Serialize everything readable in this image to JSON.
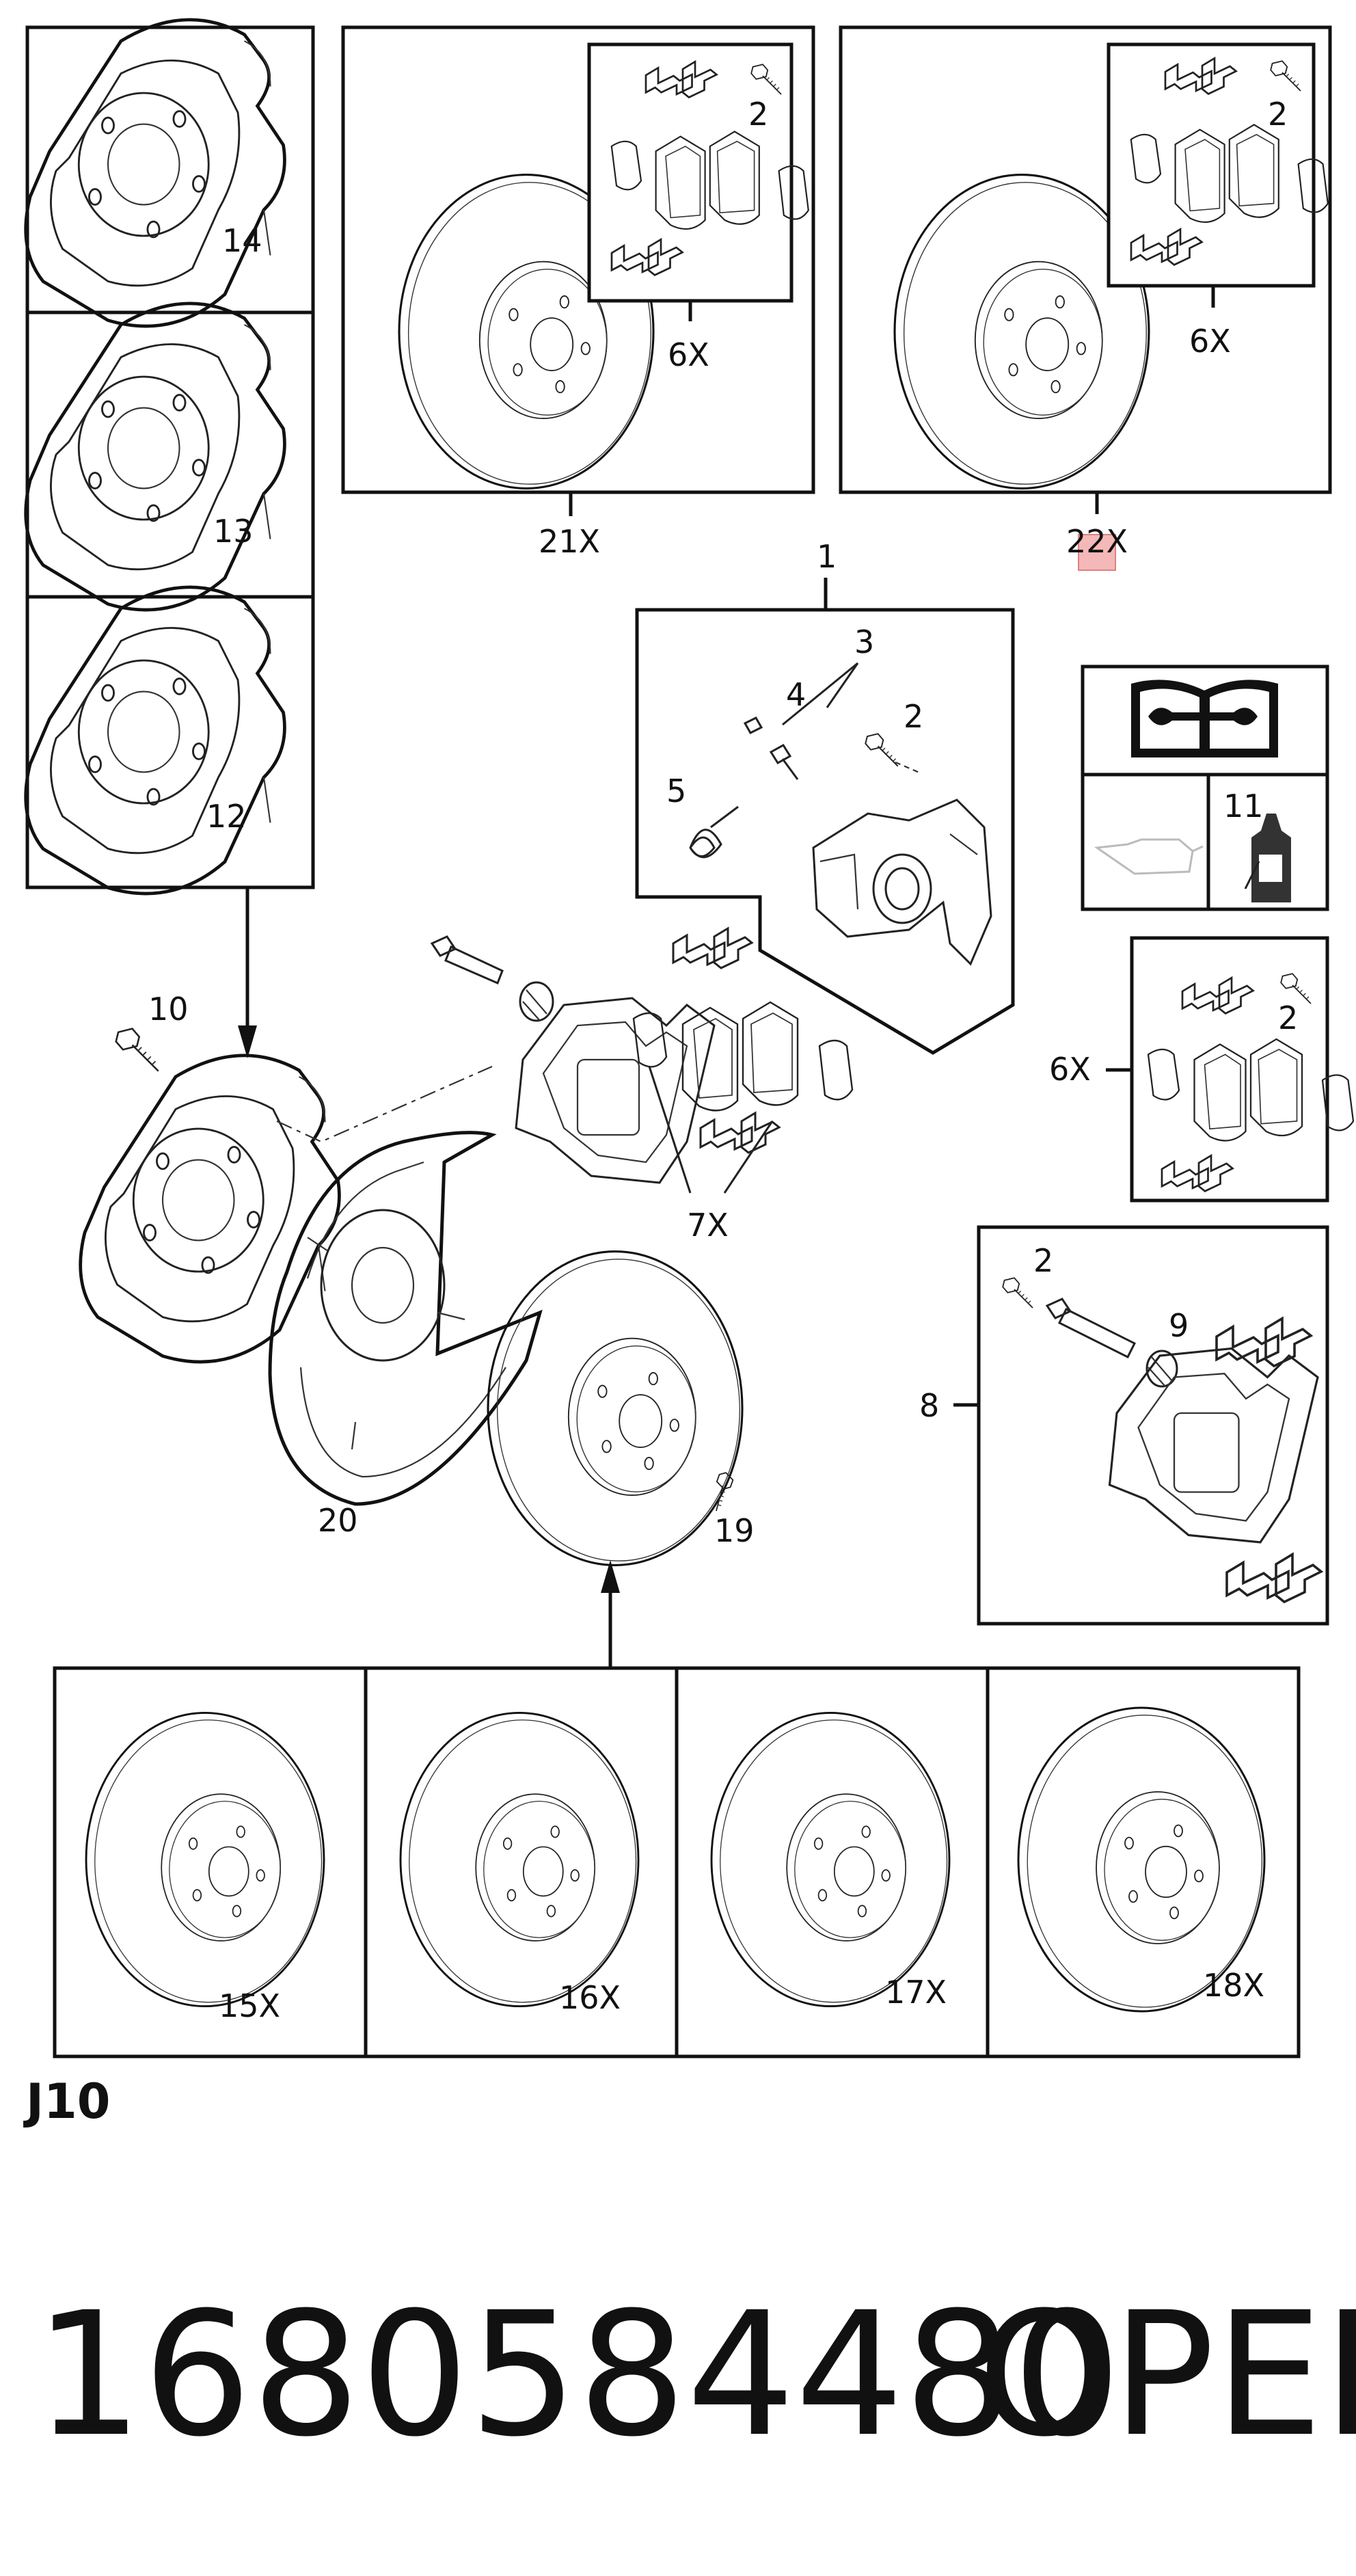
{
  "callouts": {
    "c1": "1",
    "c2a": "2",
    "c2b": "2",
    "c2c": "2",
    "c2d": "2",
    "c2e": "2",
    "c3": "3",
    "c4": "4",
    "c5": "5",
    "c6a": "6X",
    "c6b": "6X",
    "c6c": "6X",
    "c7": "7X",
    "c8": "8",
    "c9": "9",
    "c10": "10",
    "c11": "11",
    "c12": "12",
    "c13": "13",
    "c14": "14",
    "c15": "15X",
    "c16": "16X",
    "c17": "17X",
    "c18": "18X",
    "c19": "19",
    "c20": "20",
    "c21": "21X",
    "c22": "22X"
  },
  "section_label": "J10",
  "part_number": "1680584480",
  "brand": "OPEL",
  "icons": [
    "service-manual-icon",
    "oil-can-icon",
    "grease-tube-icon"
  ],
  "colors": {
    "line": "#111111",
    "highlight": "#f4b8b8"
  }
}
